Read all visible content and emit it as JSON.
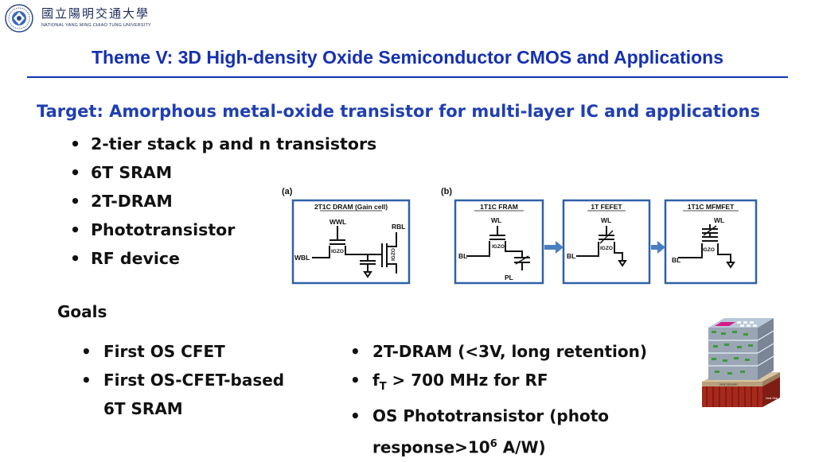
{
  "header": {
    "university_cn": "國立陽明交通大學",
    "university_en": "NATIONAL YANG MING CHIAO TUNG UNIVERSITY"
  },
  "title": "Theme V: 3D High-density Oxide Semiconductor CMOS and Applications",
  "target": "Target: Amorphous metal-oxide transistor for multi-layer IC and applications",
  "target_bullets": [
    "2-tier stack  p and n transistors",
    "6T SRAM",
    "2T-DRAM",
    "Phototransistor",
    "RF device"
  ],
  "goals_heading": "Goals",
  "goals_left": [
    "First OS CFET",
    "First OS-CFET-based",
    "6T SRAM"
  ],
  "goals_right": {
    "item1": "2T-DRAM (<3V, long retention)",
    "item2_prefix": "f",
    "item2_sub": "T",
    "item2_suffix": " > 700 MHz for RF",
    "item3_line1": "OS Phototransistor (photo",
    "item3_line2_prefix": "response>10",
    "item3_sup": "6",
    "item3_line2_suffix": " A/W)"
  },
  "diagram": {
    "label_a": "(a)",
    "label_b": "(b)",
    "dram_title": "2T1C DRAM (Gain cell)",
    "fram_title": "1T1C FRAM",
    "fefet_title": "1T FEFET",
    "mfmfet_title": "1T1C MFMFET",
    "wwl": "WWL",
    "rbl": "RBL",
    "wbl": "WBL",
    "wl": "WL",
    "bl": "BL",
    "pl": "PL",
    "igzo": "IGZO"
  },
  "chip": {
    "caption1": "Heat Spreader",
    "caption2": "Heat Sink"
  },
  "colors": {
    "title_blue": "#1530b0",
    "target_blue": "#1f3fb0",
    "diagram_border": "#3060a8",
    "arrow": "#4a7fc0"
  }
}
